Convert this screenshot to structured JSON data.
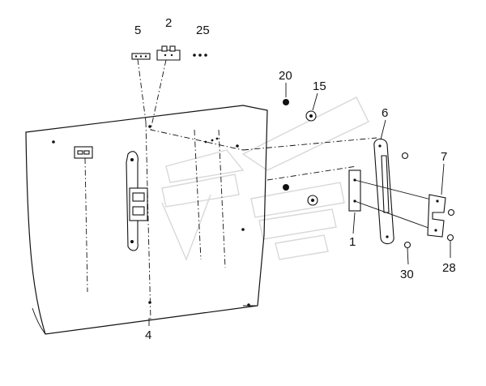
{
  "diagram": {
    "part_labels": [
      "5",
      "2",
      "25",
      "20",
      "15",
      "6",
      "7",
      "1",
      "30",
      "28",
      "4"
    ]
  }
}
